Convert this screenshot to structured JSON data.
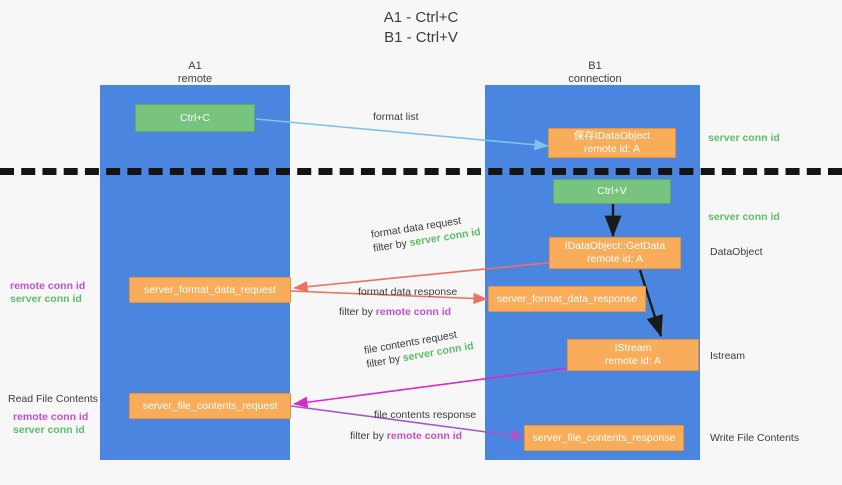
{
  "title": {
    "line1": "A1 - Ctrl+C",
    "line2": "B1 - Ctrl+V"
  },
  "columns": [
    {
      "name": "A1",
      "sub": "remote"
    },
    {
      "name": "B1",
      "sub": "connection"
    }
  ],
  "boxes": {
    "ctrl_c": "Ctrl+C",
    "ctrl_v": "Ctrl+V",
    "save_dataobject_l1": "保存IDataObject",
    "save_dataobject_l2": "remote id: A",
    "getdata_l1": "IDataObject::GetData",
    "getdata_l2": "remote id: A",
    "istream_l1": "IStream",
    "istream_l2": "remote id: A",
    "server_format_data_request": "server_format_data_request",
    "server_format_data_response": "server_format_data_response",
    "server_file_contents_request": "server_file_contents_request",
    "server_file_contents_response": "server_file_contents_response"
  },
  "edges": [
    {
      "id": "format-list",
      "label": "format list",
      "filter_prefix": "",
      "filter_token": "",
      "color": "#7fc2ee"
    },
    {
      "id": "format-data-request",
      "label": "format data request",
      "filter_prefix": "filter by ",
      "filter_token": "server conn id",
      "color": "#ef6f61"
    },
    {
      "id": "format-data-response",
      "label": "format data response",
      "filter_prefix": "filter by ",
      "filter_token": "remote conn id",
      "color": "#ef6f61"
    },
    {
      "id": "file-contents-request",
      "label": "file contents request",
      "filter_prefix": "filter by ",
      "filter_token": "server conn id",
      "color": "#d62bc8"
    },
    {
      "id": "file-contents-response",
      "label": "file contents response",
      "filter_prefix": "filter by ",
      "filter_token": "remote conn id",
      "color": "#a855c8"
    }
  ],
  "right_notes": {
    "server_conn_id_top": "server conn id",
    "server_conn_id_mid": "server conn id",
    "dataobject": "DataObject",
    "istream": "Istream",
    "write_file_contents": "Write File Contents"
  },
  "left_notes": {
    "remote_conn_id_1": "remote conn id",
    "server_conn_id_1": "server conn id",
    "read_file_contents": "Read File Contents",
    "remote_conn_id_2": "remote conn id",
    "server_conn_id_2": "server conn id"
  },
  "colors": {
    "lane": "#4a86e0",
    "green_box": "#78c47e",
    "orange_box": "#f9ad5a",
    "green_text": "#5bbd68",
    "purple_text": "#c44fd0",
    "red_arrow": "#ef6f61",
    "blue_arrow": "#7fc2ee",
    "magenta_arrow": "#d62bc8",
    "violet_arrow": "#a855c8",
    "background": "#f7f7f7",
    "dashed_line": "#141414"
  }
}
